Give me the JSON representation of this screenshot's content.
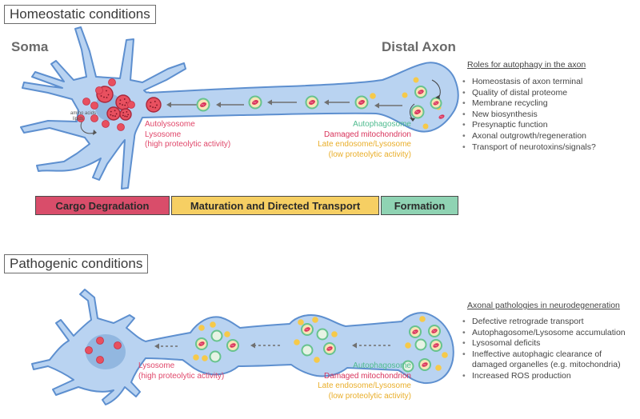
{
  "colors": {
    "neuron_fill": "#b9d3f1",
    "neuron_stroke": "#5d8fcf",
    "lysosome": "#e8505f",
    "autophagosome_ring": "#67c38e",
    "late_endosome": "#f6c94a",
    "mitochondrion": "#d9335b",
    "arrow": "#707070"
  },
  "homeostatic": {
    "title": "Homeostatic conditions",
    "soma_label": "Soma",
    "distal_label": "Distal Axon",
    "soma_note_line1": "amino acids",
    "soma_note_line2": "lipids",
    "left_labels": {
      "autolysosome": "Autolysosome",
      "lysosome": "Lysosome",
      "lysosome_note": "(high proteolytic activity)"
    },
    "right_labels": {
      "autophagosome": "Autophagosome",
      "mitochondrion": "Damaged mitochondrion",
      "late_endosome": "Late endosome/Lysosome",
      "late_note": "(low proteolytic activity)"
    },
    "roles_title": "Roles for autophagy in the axon",
    "roles": [
      "Homeostasis of axon terminal",
      "Quality of distal proteome",
      "Membrane recycling",
      "New biosynthesis",
      "Presynaptic function",
      "Axonal outgrowth/regeneration",
      "Transport of neurotoxins/signals?"
    ],
    "stages": [
      {
        "label": "Cargo Degradation",
        "color": "#d94d6a"
      },
      {
        "label": "Maturation and Directed Transport",
        "color": "#f6cf63"
      },
      {
        "label": "Formation",
        "color": "#8fd3b3"
      }
    ]
  },
  "pathogenic": {
    "title": "Pathogenic conditions",
    "left_labels": {
      "lysosome": "Lysosome",
      "lysosome_note": "(high proteolytic activity)"
    },
    "right_labels": {
      "autophagosome": "Autophagosome",
      "mitochondrion": "Damaged mitochondrion",
      "late_endosome": "Late endosome/Lysosome",
      "late_note": "(low proteolytic activity)"
    },
    "pathologies_title": "Axonal pathologies in neurodegeneration",
    "pathologies": [
      "Defective retrograde transport",
      "Autophagosome/Lysosome accumulation",
      "Lysosomal deficits",
      "Ineffective autophagic clearance of",
      "Increased ROS production"
    ],
    "pathology_continuation": "damaged organelles (e.g. mitochondria)"
  }
}
